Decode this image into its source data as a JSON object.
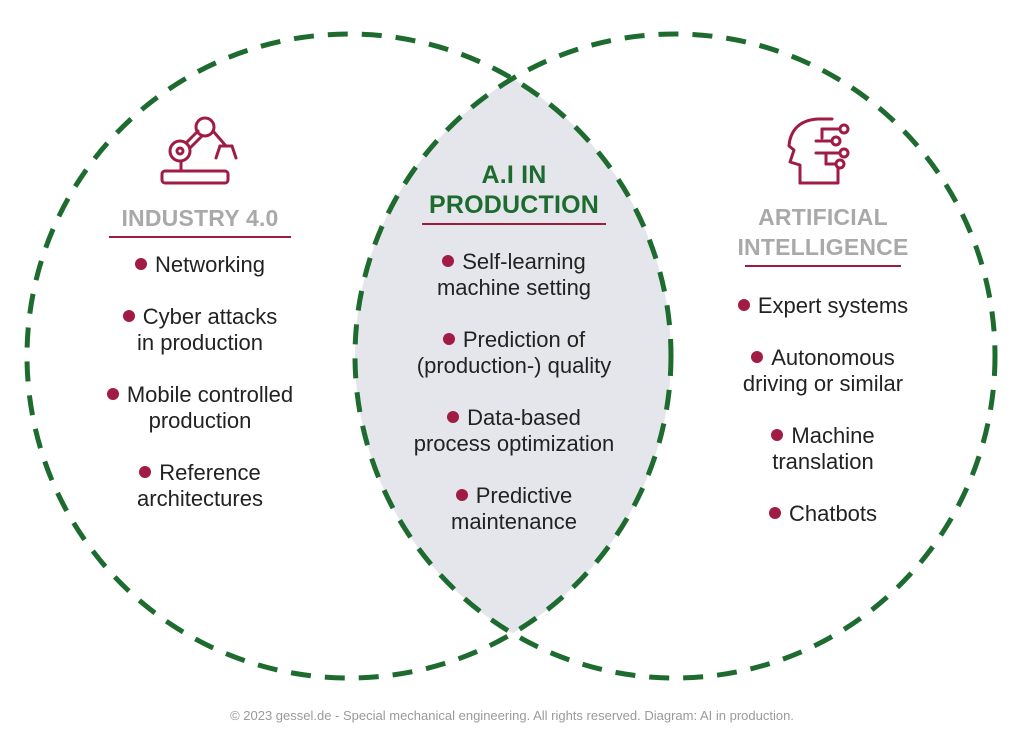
{
  "left": {
    "title_lines": [
      "INDUSTRY 4.0"
    ],
    "icon": "robot-arm-icon",
    "items": [
      [
        "Networking"
      ],
      [
        "Cyber attacks",
        "in production"
      ],
      [
        "Mobile controlled",
        "production"
      ],
      [
        "Reference",
        "architectures"
      ]
    ]
  },
  "center": {
    "title_lines": [
      "A.I IN",
      "PRODUCTION"
    ],
    "items": [
      [
        "Self-learning",
        "machine setting"
      ],
      [
        "Prediction of",
        "(production-) quality"
      ],
      [
        "Data-based",
        "process optimization"
      ],
      [
        "Predictive",
        "maintenance"
      ]
    ]
  },
  "right": {
    "title_lines": [
      "ARTIFICIAL",
      "INTELLIGENCE"
    ],
    "icon": "ai-head-icon",
    "items": [
      [
        "Expert systems"
      ],
      [
        "Autonomous",
        "driving or similar"
      ],
      [
        "Machine",
        "translation"
      ],
      [
        "Chatbots"
      ]
    ]
  },
  "footer": "© 2023 gessel.de - Special mechanical engineering. All rights reserved. Diagram: AI in production.",
  "colors": {
    "dash_green": "#1e6b30",
    "accent_red": "#a01c44",
    "heading_grey": "#a9a9a9",
    "overlap_fill": "#e4e6eb"
  }
}
